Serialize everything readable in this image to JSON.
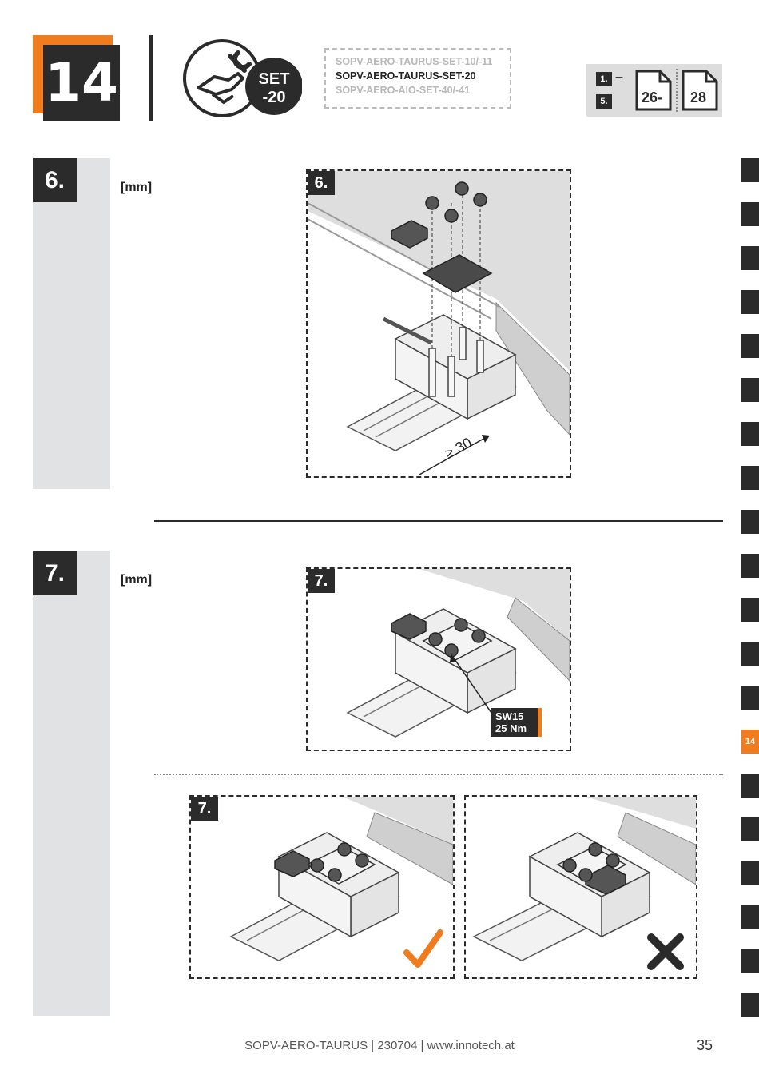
{
  "header": {
    "step_number": "14",
    "tool_badge": {
      "line1": "SET",
      "line2": "-20"
    },
    "set_list": [
      {
        "label": "SOPV-AERO-TAURUS-SET-10/-11",
        "active": false
      },
      {
        "label": "SOPV-AERO-TAURUS-SET-20",
        "active": true
      },
      {
        "label": "SOPV-AERO-AIO-SET-40/-41",
        "active": false
      }
    ],
    "page_ref": {
      "from_step": "1.",
      "dash": "–",
      "to_step": "5.",
      "page_a": "26-",
      "page_b": "28"
    }
  },
  "steps": [
    {
      "number": "6.",
      "unit": "[mm]",
      "figure_label": "6.",
      "dimension": "≥ 30"
    },
    {
      "number": "7.",
      "unit": "[mm]",
      "figure_label": "7.",
      "torque": {
        "line1": "SW15",
        "line2": "25 Nm"
      },
      "compare_label": "7."
    }
  ],
  "side_tabs": {
    "active": "14"
  },
  "footer": {
    "text": "SOPV-AERO-TAURUS | 230704 | www.innotech.at",
    "page_number": "35"
  },
  "colors": {
    "accent": "#f07c1e",
    "dark": "#2b2b2b",
    "bar": "#e0e2e4"
  },
  "icons": [
    "wrench-hand-icon",
    "page-icon",
    "check-icon",
    "cross-icon"
  ]
}
